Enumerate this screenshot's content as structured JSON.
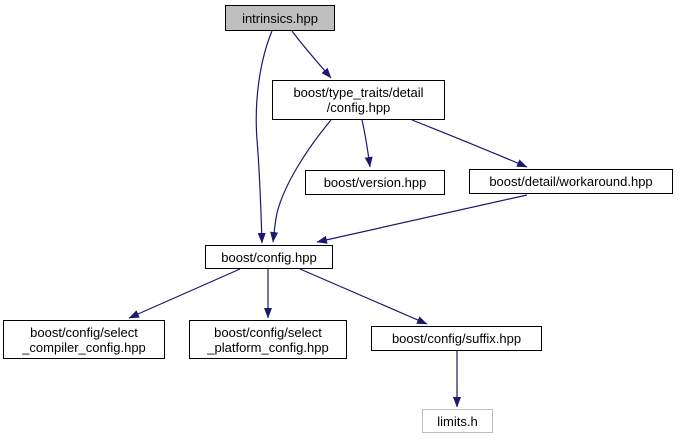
{
  "graph": {
    "type": "include-dependency-graph",
    "root": "intrinsics.hpp",
    "colors": {
      "background": "#ffffff",
      "edge": "#191970",
      "node_border": "#000000",
      "node_fill": "#ffffff",
      "highlight_node_fill": "#bfbfbf",
      "external_node_border": "#bfbfbf",
      "text": "#000000"
    },
    "nodes": {
      "intrinsics": {
        "label": "intrinsics.hpp",
        "highlighted": true
      },
      "type_traits_config": {
        "label": "boost/type_traits/detail\n/config.hpp"
      },
      "version": {
        "label": "boost/version.hpp"
      },
      "workaround": {
        "label": "boost/detail/workaround.hpp"
      },
      "config": {
        "label": "boost/config.hpp"
      },
      "select_compiler": {
        "label": "boost/config/select\n_compiler_config.hpp"
      },
      "select_platform": {
        "label": "boost/config/select\n_platform_config.hpp"
      },
      "suffix": {
        "label": "boost/config/suffix.hpp"
      },
      "limits": {
        "label": "limits.h",
        "external": true
      }
    },
    "edges": [
      {
        "from": "intrinsics",
        "to": "type_traits_config"
      },
      {
        "from": "intrinsics",
        "to": "config"
      },
      {
        "from": "type_traits_config",
        "to": "version"
      },
      {
        "from": "type_traits_config",
        "to": "workaround"
      },
      {
        "from": "type_traits_config",
        "to": "config"
      },
      {
        "from": "workaround",
        "to": "config"
      },
      {
        "from": "config",
        "to": "select_compiler"
      },
      {
        "from": "config",
        "to": "select_platform"
      },
      {
        "from": "config",
        "to": "suffix"
      },
      {
        "from": "suffix",
        "to": "limits"
      }
    ]
  }
}
